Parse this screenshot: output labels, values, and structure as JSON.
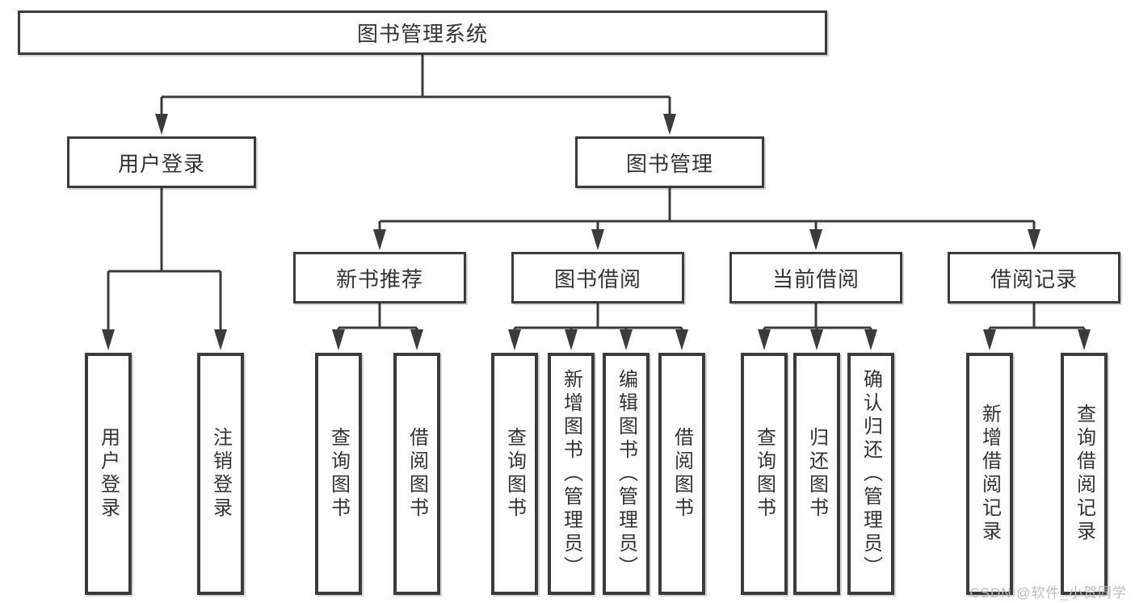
{
  "diagram": {
    "title": "图书管理系统",
    "nodes": {
      "root": "图书管理系统",
      "level2": {
        "user_login": "用户登录",
        "book_mgmt": "图书管理"
      },
      "level3": {
        "new_books": "新书推荐",
        "book_borrow": "图书借阅",
        "current_borrow": "当前借阅",
        "borrow_records": "借阅记录"
      },
      "leaves": {
        "user_login": "用户登录",
        "logout": "注销登录",
        "rec_query_books": "查询图书",
        "rec_borrow_books": "借阅图书",
        "bb_query_books": "查询图书",
        "bb_add_book_admin": "新增图书（管理员）",
        "bb_edit_book_admin": "编辑图书（管理员）",
        "bb_borrow_books": "借阅图书",
        "cb_query_books": "查询图书",
        "cb_return_book": "归还图书",
        "cb_confirm_return_admin": "确认归还（管理员）",
        "br_add_record": "新增借阅记录",
        "br_query_record": "查询借阅记录"
      }
    },
    "colors": {
      "line": "#3b3b3b",
      "text": "#333333",
      "box_background": "#ffffff",
      "watermark": "#b7bbc2"
    }
  },
  "watermark": "CSDN @软件_小贺同学"
}
